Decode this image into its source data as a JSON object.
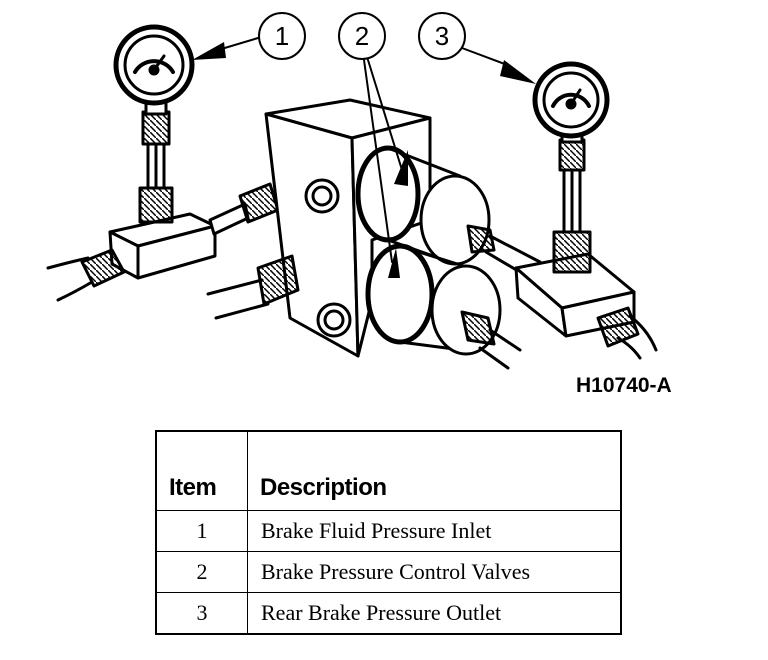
{
  "callouts": [
    "1",
    "2",
    "3"
  ],
  "figure_id": "H10740-A",
  "table": {
    "headers": {
      "item": "Item",
      "description": "Description"
    },
    "rows": [
      {
        "item": "1",
        "description": "Brake Fluid Pressure Inlet"
      },
      {
        "item": "2",
        "description": "Brake Pressure Control Valves"
      },
      {
        "item": "3",
        "description": "Rear Brake Pressure Outlet"
      }
    ]
  }
}
